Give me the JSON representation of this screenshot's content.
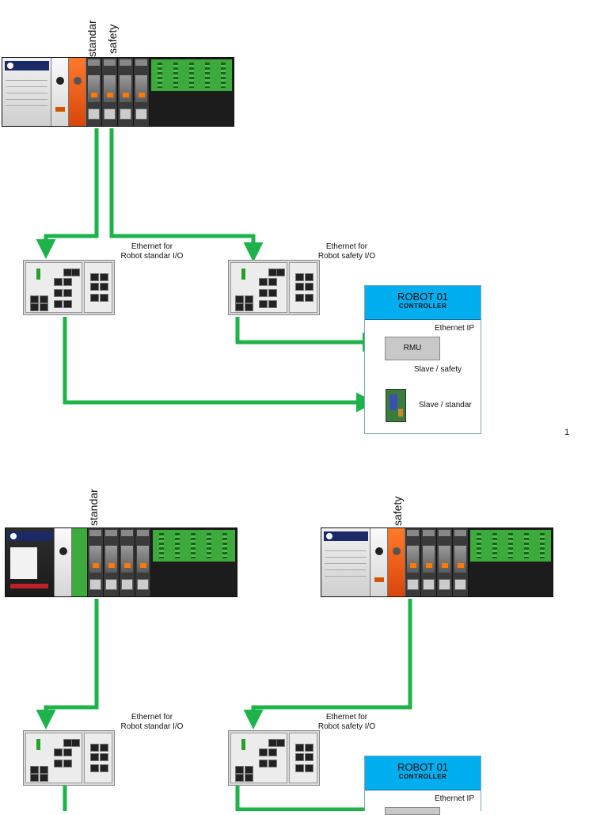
{
  "diagram1": {
    "rack_label_standar": "standar",
    "rack_label_safety": "safety",
    "switch1_caption": [
      "Ethernet for",
      "Robot standar I/O"
    ],
    "switch2_caption": [
      "Ethernet for",
      "Robot safety I/O"
    ],
    "robot": {
      "title": "ROBOT 01",
      "subtitle": "CONTROLLER",
      "ethernet_label": "Ethernet IP",
      "rmu_label": "RMU",
      "slave_safety": "Slave / safety",
      "slave_standar": "Slave / standar"
    },
    "page_number": "1"
  },
  "diagram2": {
    "rack1_label": "standar",
    "rack2_label": "safety",
    "switch1_caption": [
      "Ethernet for",
      "Robot standar I/O"
    ],
    "switch2_caption": [
      "Ethernet for",
      "Robot safety I/O"
    ],
    "robot": {
      "title": "ROBOT 01",
      "subtitle": "CONTROLLER",
      "ethernet_label": "Ethernet IP"
    }
  },
  "colors": {
    "wire": "#1db34a",
    "robot_header": "#00aeef",
    "io_green": "#3cab3c",
    "safety_cpu": "#e85a1a"
  }
}
